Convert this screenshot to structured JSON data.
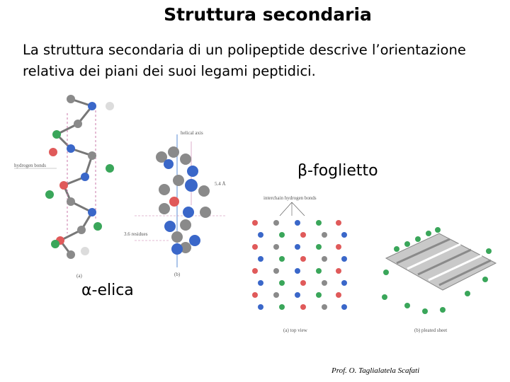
{
  "title": "Struttura secondaria",
  "intro_line1": "La struttura secondaria di un polipeptide descrive l’orientazione",
  "intro_line2": "relativa dei piani dei suoi legami peptidici.",
  "alpha_label": "α-elica",
  "beta_label": "β-foglietto",
  "figure": {
    "helical_axis": "helical axis",
    "hydrogen_bonds": "hydrogen bonds",
    "pitch": "5.4 Å",
    "residues": "3.6 residues",
    "panel_a": "(a)",
    "panel_b": "(b)",
    "interchain": "interchain hydrogen bonds",
    "top_view": "(a)  top view",
    "pleated": "(b)  pleated sheet"
  },
  "footer": "Prof. O. Taglialatela Scafati",
  "colors": {
    "carbon": "#8a8a8a",
    "nitrogen": "#3a67c9",
    "oxygen": "#e05a5a",
    "side": "#3aa65a",
    "hydrogen": "#dcdcdc",
    "dashed": "#c878a8"
  }
}
